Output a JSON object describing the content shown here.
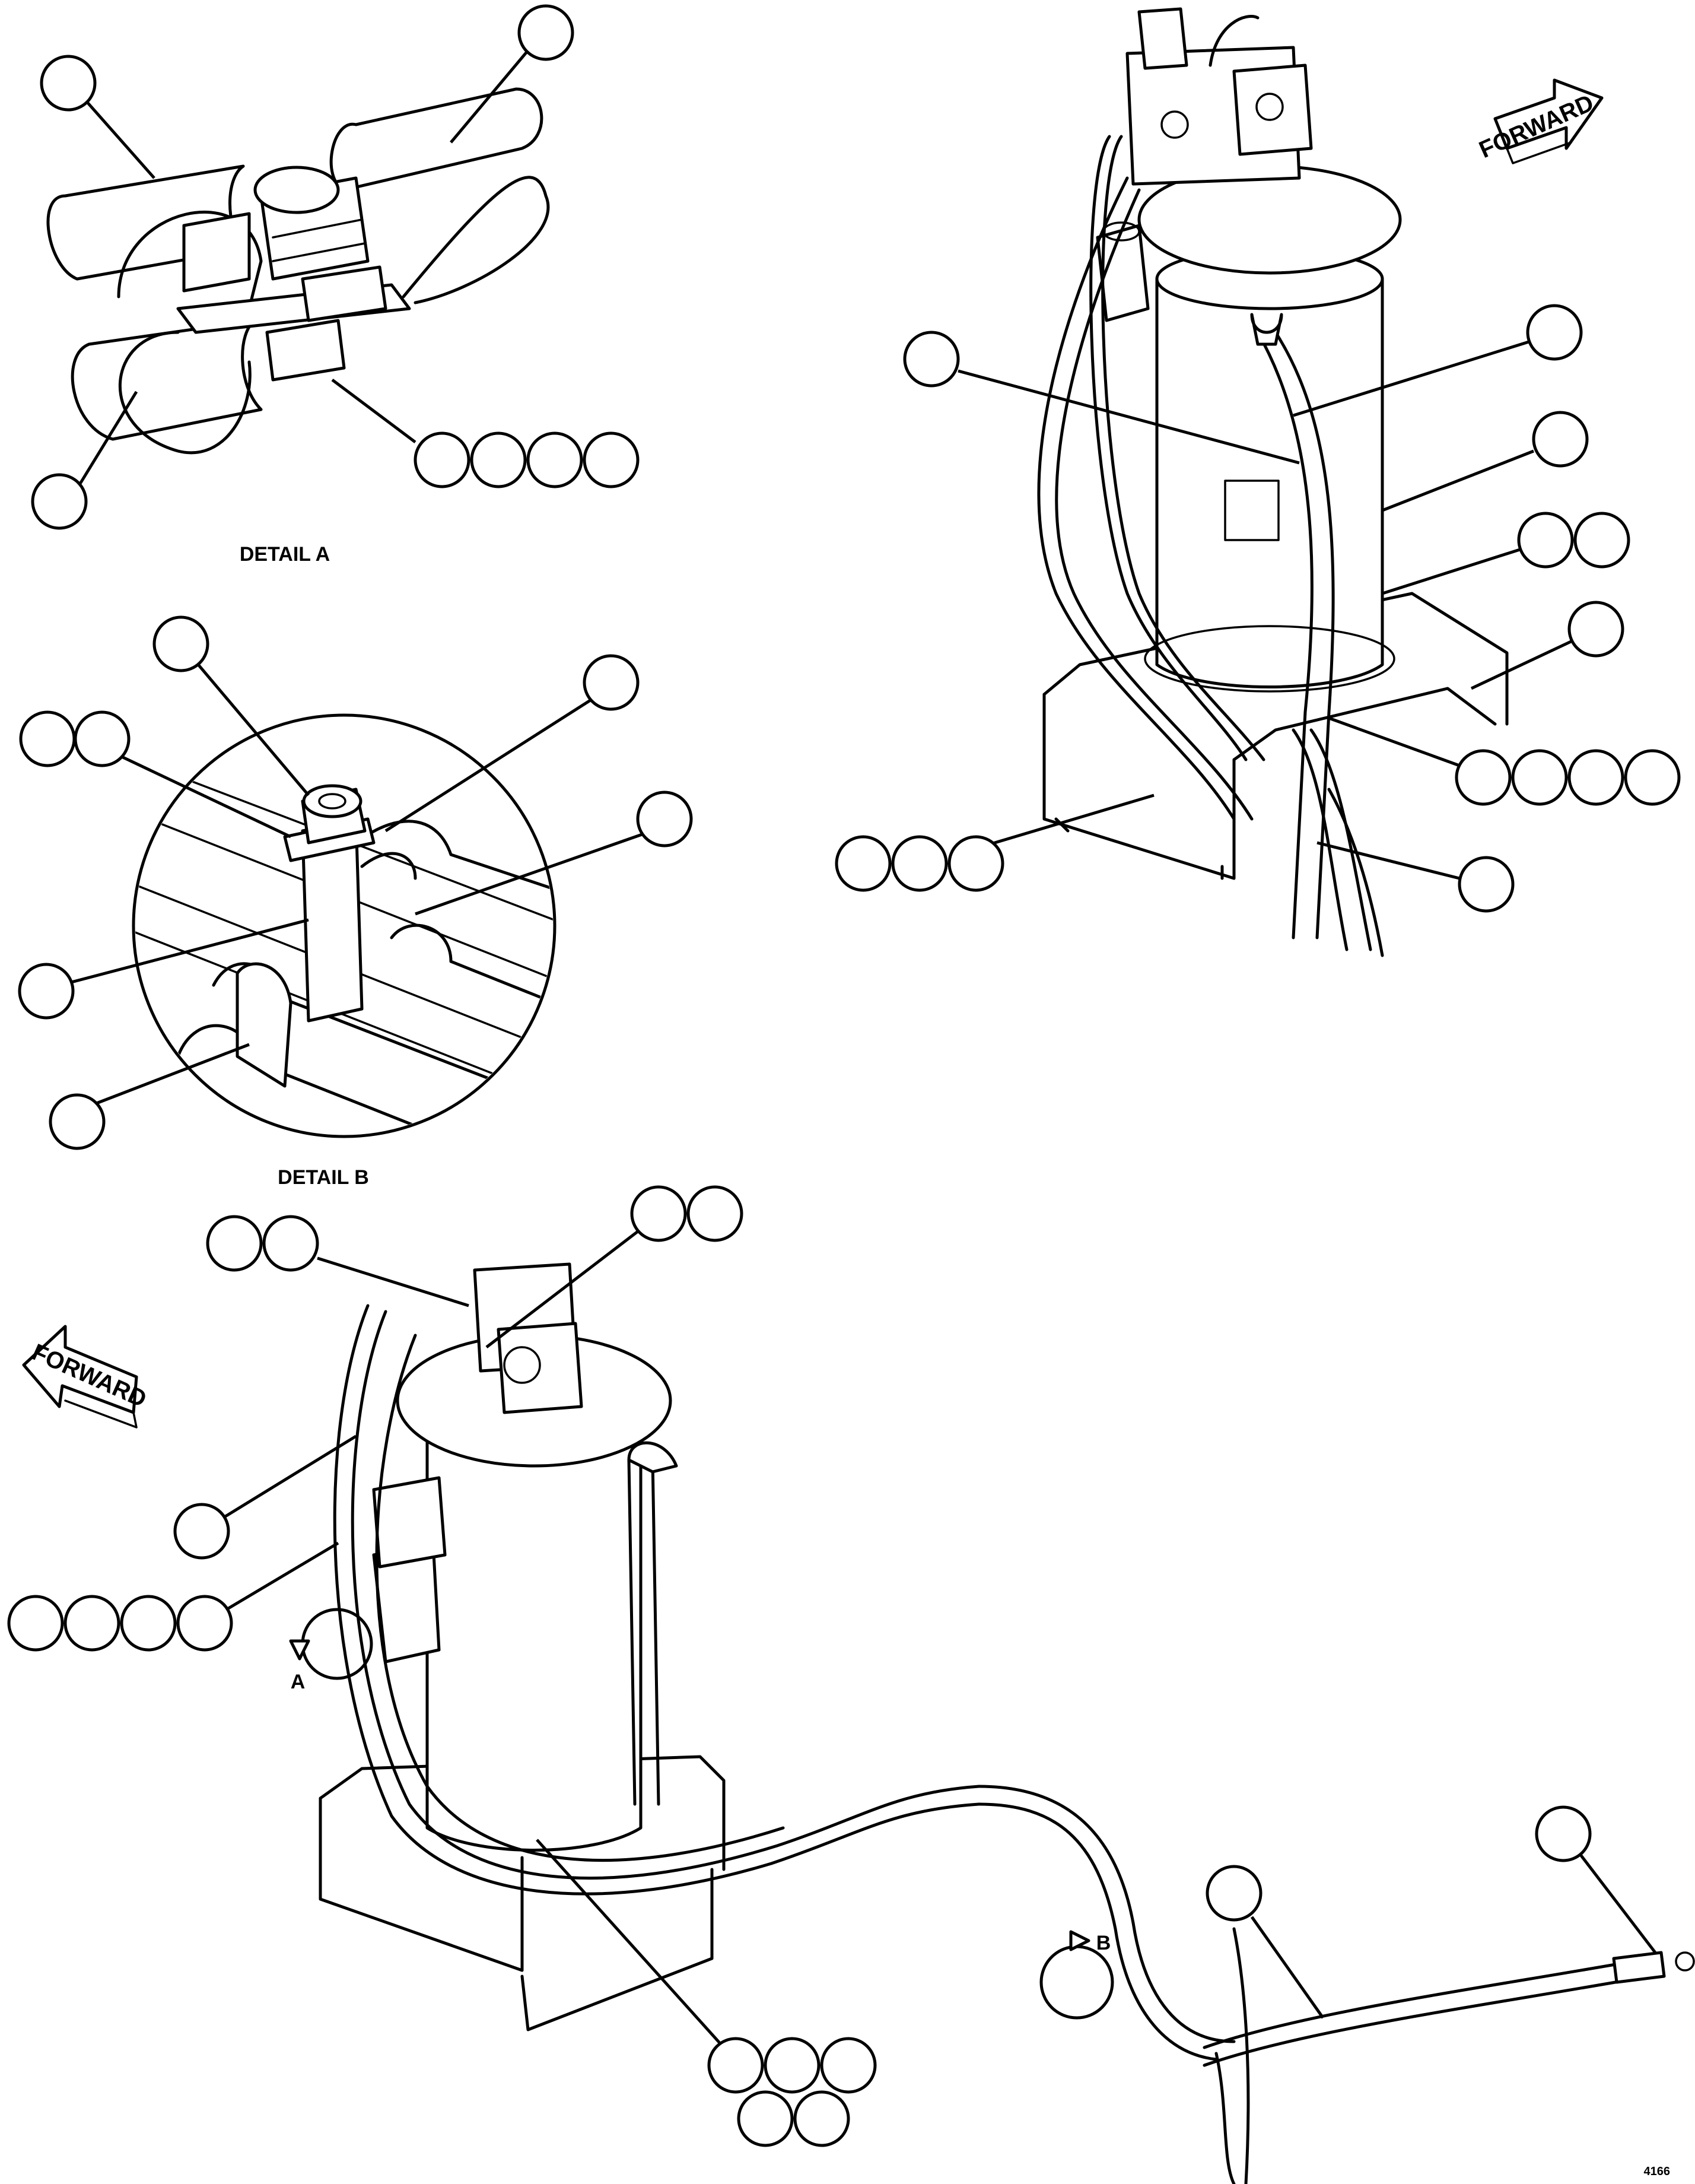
{
  "labels": {
    "detail_a": "DETAIL A",
    "detail_b": "DETAIL B",
    "forward_right": "FORWARD",
    "forward_left": "FORWARD",
    "view_a": "A",
    "view_b": "B",
    "drawing_number": "4166"
  },
  "icons": {
    "forward_arrow": "forward-arrow-icon",
    "view_marker": "view-rotation-arrow-icon",
    "callout_balloon": "callout-balloon-icon"
  }
}
